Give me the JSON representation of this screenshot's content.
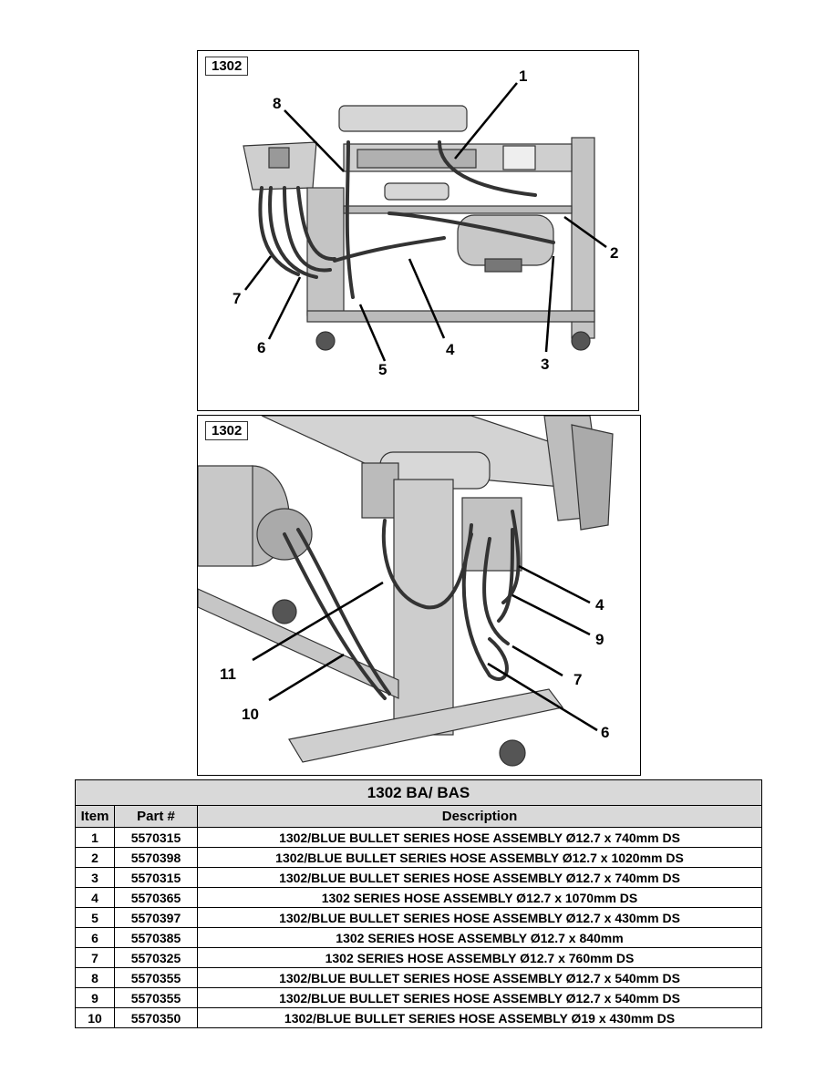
{
  "figure_top": {
    "label": "1302",
    "callouts": [
      "1",
      "2",
      "3",
      "4",
      "5",
      "6",
      "7",
      "8"
    ]
  },
  "figure_bottom": {
    "label": "1302",
    "callouts": [
      "4",
      "9",
      "7",
      "6",
      "11",
      "10"
    ]
  },
  "table": {
    "title": "1302 BA/ BAS",
    "headers": {
      "item": "Item",
      "part": "Part #",
      "description": "Description"
    },
    "rows": [
      {
        "item": "1",
        "part": "5570315",
        "description": "1302/BLUE BULLET SERIES HOSE ASSEMBLY Ø12.7 x 740mm DS"
      },
      {
        "item": "2",
        "part": "5570398",
        "description": "1302/BLUE BULLET SERIES HOSE ASSEMBLY Ø12.7 x 1020mm DS"
      },
      {
        "item": "3",
        "part": "5570315",
        "description": "1302/BLUE BULLET SERIES HOSE ASSEMBLY Ø12.7 x 740mm DS"
      },
      {
        "item": "4",
        "part": "5570365",
        "description": "1302 SERIES HOSE ASSEMBLY Ø12.7 x 1070mm DS"
      },
      {
        "item": "5",
        "part": "5570397",
        "description": "1302/BLUE BULLET SERIES HOSE ASSEMBLY Ø12.7 x 430mm DS"
      },
      {
        "item": "6",
        "part": "5570385",
        "description": "1302 SERIES HOSE ASSEMBLY Ø12.7 x 840mm"
      },
      {
        "item": "7",
        "part": "5570325",
        "description": "1302 SERIES HOSE ASSEMBLY Ø12.7 x 760mm DS"
      },
      {
        "item": "8",
        "part": "5570355",
        "description": "1302/BLUE BULLET SERIES HOSE ASSEMBLY Ø12.7 x 540mm DS"
      },
      {
        "item": "9",
        "part": "5570355",
        "description": "1302/BLUE BULLET SERIES HOSE ASSEMBLY Ø12.7 x 540mm DS"
      },
      {
        "item": "10",
        "part": "5570350",
        "description": "1302/BLUE BULLET SERIES HOSE ASSEMBLY Ø19 x 430mm DS"
      }
    ]
  }
}
